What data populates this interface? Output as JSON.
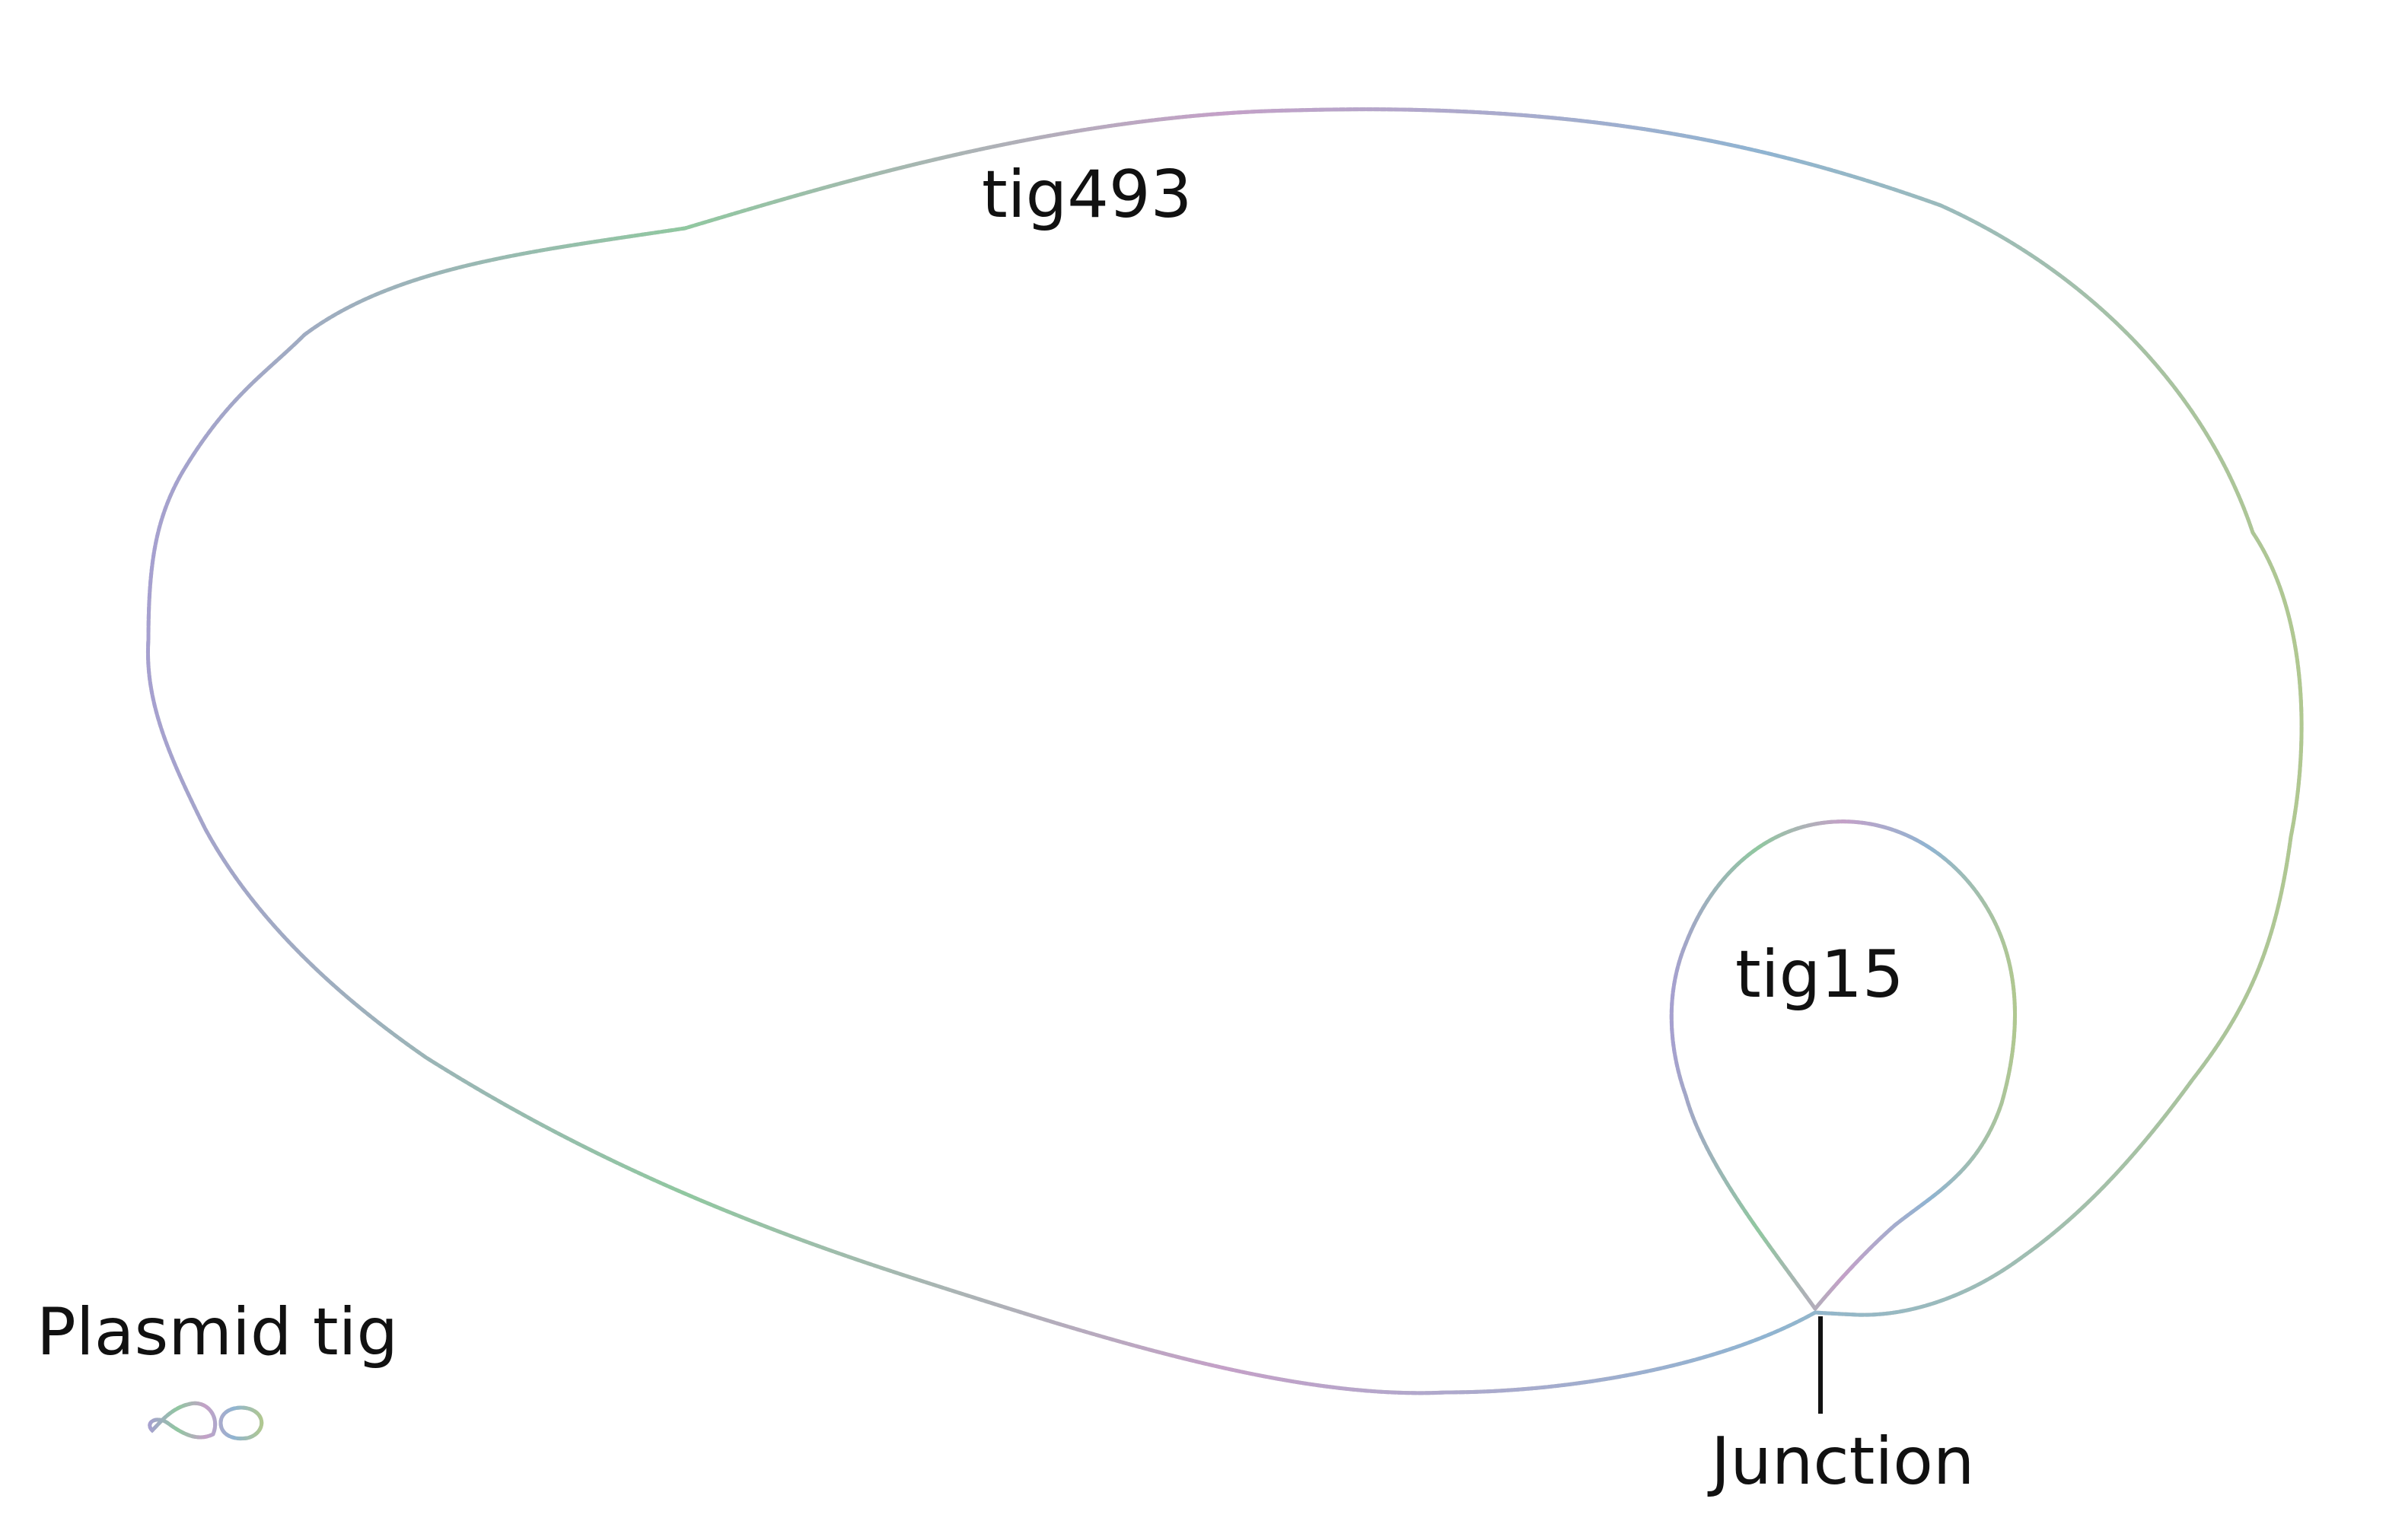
{
  "labels": {
    "large_contig": "tig493",
    "loop_contig": "tig15",
    "plasmid": "Plasmid tig",
    "junction": "Junction"
  },
  "colors": {
    "contig_stroke": "#9a9ac8",
    "contig_stroke_alt": "#8fc79a",
    "label_text": "#111111",
    "junction_line": "#111111"
  }
}
